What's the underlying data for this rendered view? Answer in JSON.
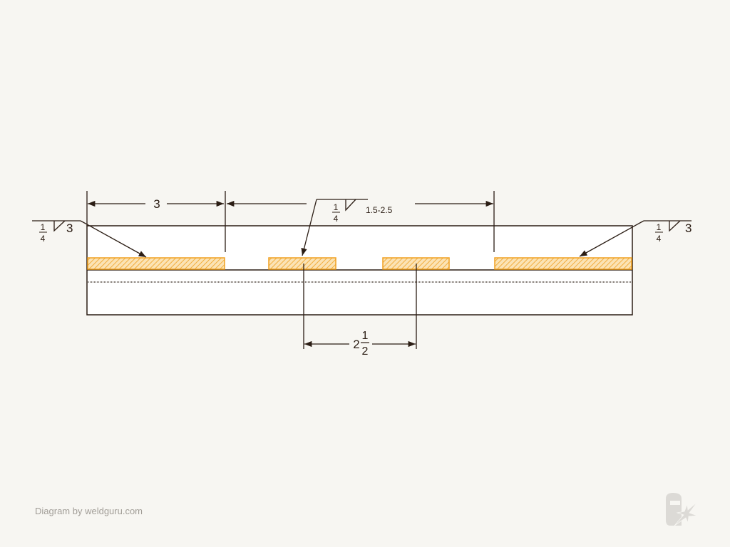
{
  "colors": {
    "background": "#f7f6f2",
    "line": "#2b1d14",
    "weld": "#f0a020",
    "plate": "#ffffff",
    "logo": "#dcdad6"
  },
  "dimensions": {
    "weld_length": "3",
    "pitch_whole": "2",
    "pitch_num": "1",
    "pitch_den": "2"
  },
  "left_symbol": {
    "size_num": "1",
    "size_den": "4",
    "length": "3",
    "type": "fillet-weld-symbol"
  },
  "center_symbol": {
    "size_num": "1",
    "size_den": "4",
    "length_pitch": "1.5-2.5",
    "type": "fillet-weld-symbol"
  },
  "right_symbol": {
    "size_num": "1",
    "size_den": "4",
    "length": "3",
    "type": "fillet-weld-symbol"
  },
  "footer": {
    "credit": "Diagram by weldguru.com",
    "logo": "welding-helmet-logo-icon"
  }
}
